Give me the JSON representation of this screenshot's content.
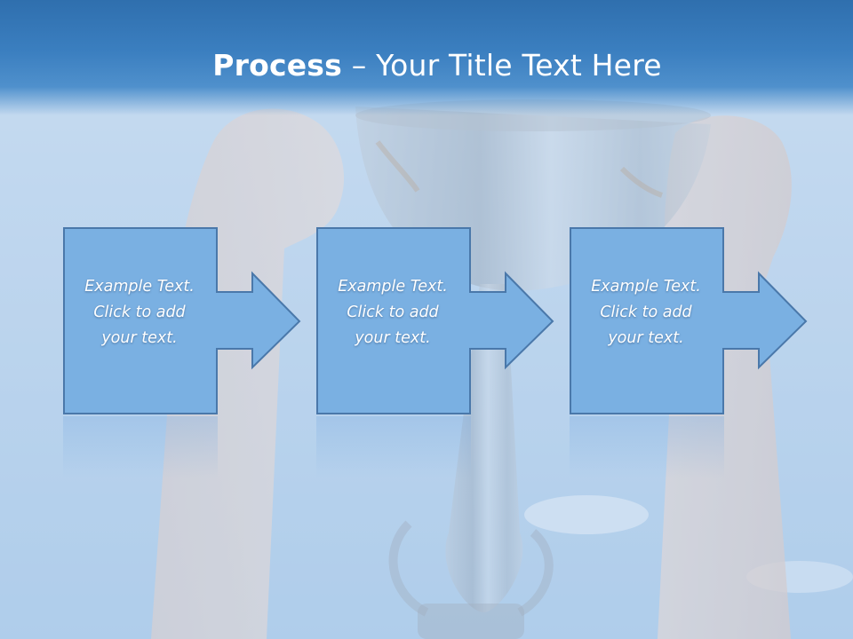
{
  "slide": {
    "title_bold": "Process",
    "title_separator": " – ",
    "title_rest": "Your Title Text Here"
  },
  "steps": [
    {
      "line1": "Example Text.",
      "line2": "Click  to add",
      "line3": "your text."
    },
    {
      "line1": "Example Text.",
      "line2": "Click  to add",
      "line3": "your text."
    },
    {
      "line1": "Example Text.",
      "line2": "Click  to add",
      "line3": "your text."
    }
  ],
  "colors": {
    "header": "#3b7fc0",
    "shape_fill": "#7ab0e2",
    "shape_stroke": "#4a78aa",
    "text": "#ffffff"
  }
}
